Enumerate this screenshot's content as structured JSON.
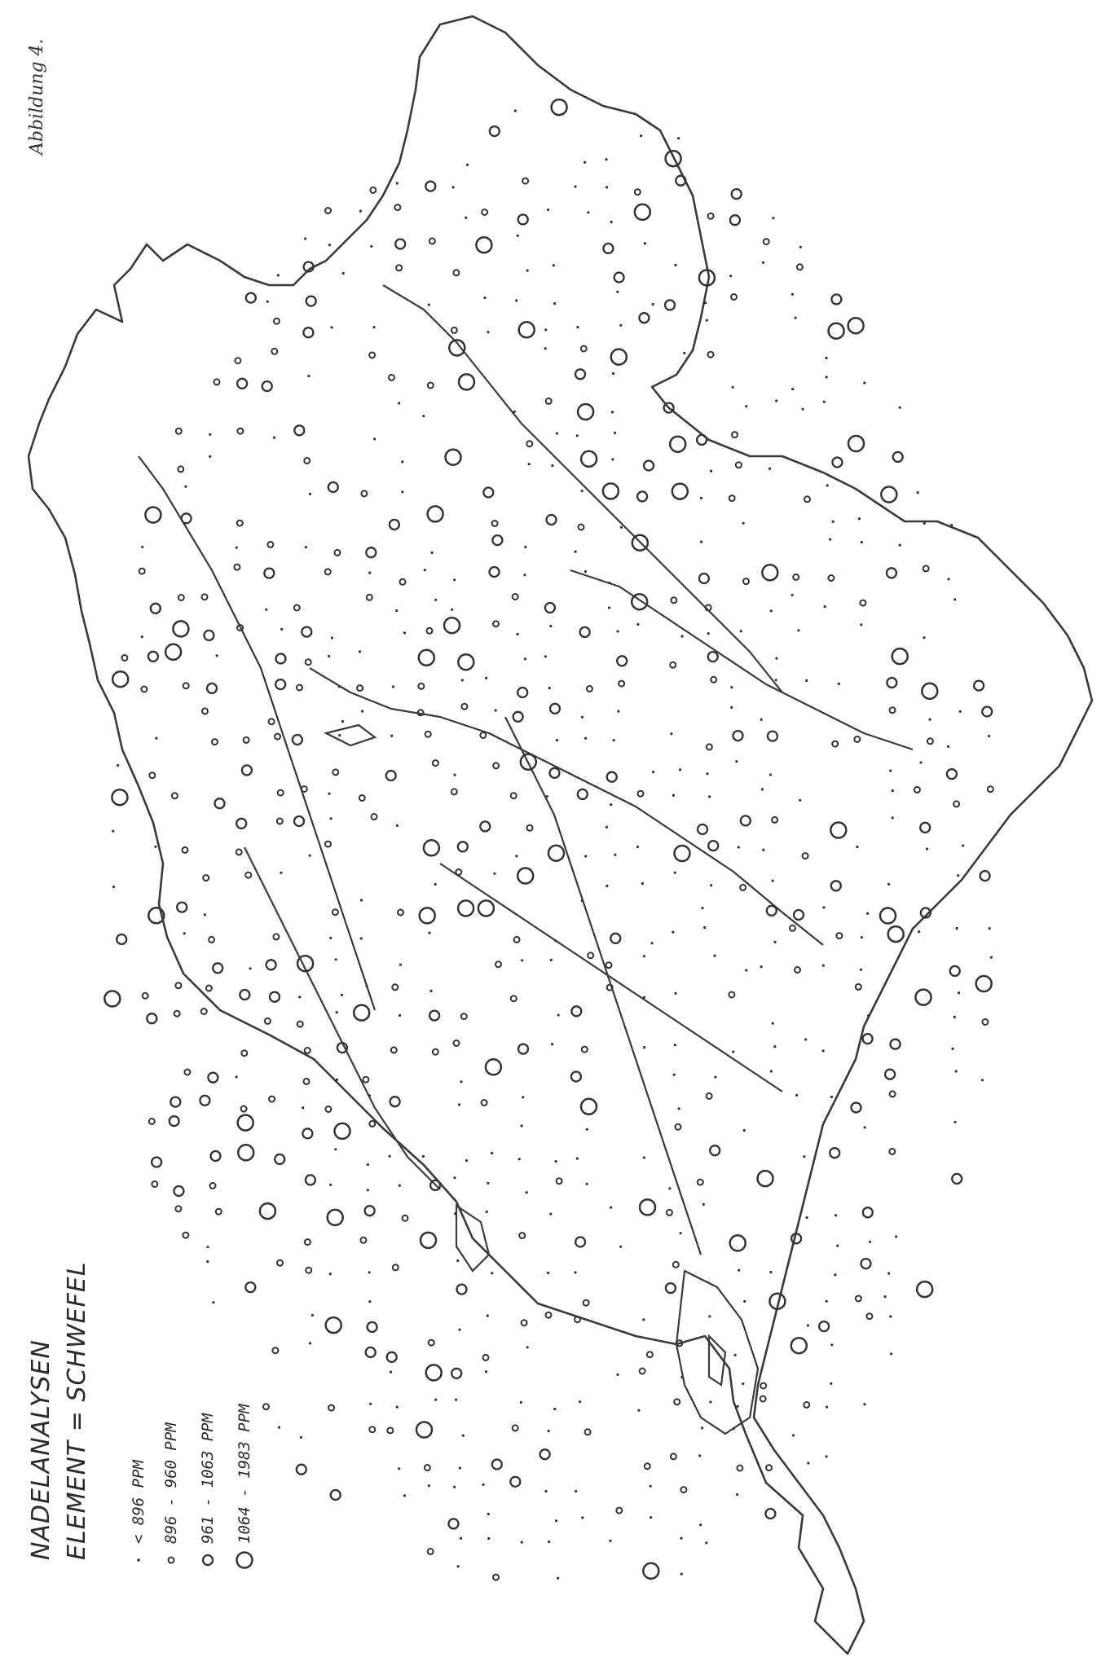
{
  "figure": {
    "label": "Abbildung 4."
  },
  "legend": {
    "title_line1": "NADELANALYSEN",
    "title_line2": "ELEMENT = SCHWEFEL",
    "classes": [
      {
        "label": "< 896 PPM",
        "symbol": "dot"
      },
      {
        "label": "896 - 960 PPM",
        "symbol": "small-circle"
      },
      {
        "label": "961 - 1063 PPM",
        "symbol": "medium-circle"
      },
      {
        "label": "1064 - 1983 PPM",
        "symbol": "large-circle"
      }
    ]
  },
  "style": {
    "ink": "#333333",
    "paper": "#ffffff"
  }
}
